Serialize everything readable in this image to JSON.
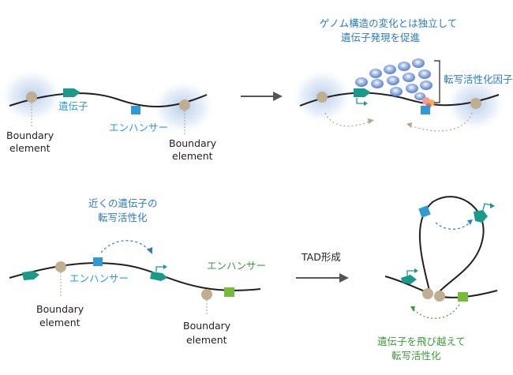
{
  "panel_top_left": {
    "gene_label": "遺伝子",
    "enhancer_label": "エンハンサー",
    "boundary_left_1": "Boundary",
    "boundary_left_2": "element",
    "boundary_right_1": "Boundary",
    "boundary_right_2": "element"
  },
  "panel_top_right": {
    "caption_1": "ゲノム構造の変化とは独立して",
    "caption_2": "遺伝子発現を促進",
    "tf_label": "転写活性化因子"
  },
  "panel_bottom_left": {
    "caption_1": "近くの遺伝子の",
    "caption_2": "転写活性化",
    "enhancer_blue_label": "エンハンサー",
    "enhancer_green_label": "エンハンサー",
    "boundary_left_1": "Boundary",
    "boundary_left_2": "element",
    "boundary_right_1": "Boundary",
    "boundary_right_2": "element"
  },
  "panel_bottom_right": {
    "arrow_label": "TAD形成",
    "caption_1": "遺伝子を飛び越えて",
    "caption_2": "転写活性化"
  },
  "colors": {
    "gene_teal": "#1a9a8a",
    "enhancer_blue": "#2e9ad6",
    "enhancer_green": "#77bb3a",
    "boundary_tan": "#bfae8f",
    "caption_blue": "#2a7bbd",
    "caption_green": "#3c9a3c"
  }
}
